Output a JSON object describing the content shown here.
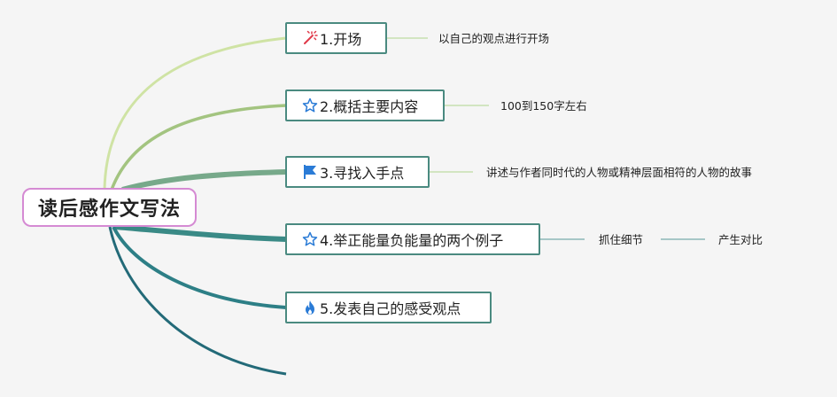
{
  "root": {
    "label": "读后感作文写法"
  },
  "branches": [
    {
      "label": "1.开场",
      "icon": "magic-wand-icon",
      "note": "以自己的观点进行开场"
    },
    {
      "label": "2.概括主要内容",
      "icon": "star-icon",
      "note": "100到150字左右"
    },
    {
      "label": "3.寻找入手点",
      "icon": "flag-icon",
      "note": "讲述与作者同时代的人物或精神层面相符的人物的故事"
    },
    {
      "label": "4.举正能量负能量的两个例子",
      "icon": "star-icon",
      "notes": [
        "抓住细节",
        "产生对比"
      ]
    },
    {
      "label": "5.发表自己的感受观点",
      "icon": "fire-icon"
    }
  ],
  "colors": {
    "root_border": "#d58ad3",
    "node_border": "#4a8a80",
    "branch_1": "#cfe3a4",
    "branch_2": "#a3c480",
    "branch_3": "#77a98a",
    "branch_4": "#3a8a86",
    "branch_5": "#2d7f86",
    "branch_6": "#236a78",
    "connector": "#b9d99b",
    "icon_blue": "#2a7bd6",
    "icon_red": "#e03a4a"
  }
}
